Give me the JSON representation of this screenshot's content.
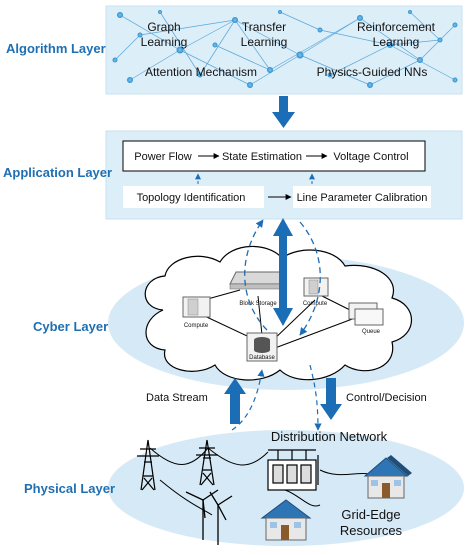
{
  "layers": {
    "algorithm": "Algorithm Layer",
    "application": "Application Layer",
    "cyber": "Cyber Layer",
    "physical": "Physical Layer"
  },
  "algorithm": {
    "graph_learning": [
      "Graph",
      "Learning"
    ],
    "transfer_learning": [
      "Transfer",
      "Learning"
    ],
    "reinforcement_learning": [
      "Reinforcement",
      "Learning"
    ],
    "attention": "Attention Mechanism",
    "physics_guided": "Physics-Guided NNs"
  },
  "application": {
    "power_flow": "Power Flow",
    "state_estimation": "State Estimation",
    "voltage_control": "Voltage Control",
    "topology_identification": "Topology Identification",
    "line_parameter_calibration": "Line Parameter Calibration"
  },
  "cyber": {
    "compute_left": "Compute",
    "block_storage": "Block Storage",
    "compute_right": "Compute",
    "queue": "Queue",
    "database": "Database"
  },
  "flows": {
    "data_stream": "Data Stream",
    "control_decision": "Control/Decision"
  },
  "physical": {
    "distribution_network": "Distribution Network",
    "grid_edge": [
      "Grid-Edge",
      "Resources"
    ]
  },
  "colors": {
    "accent": "#1f6fb2",
    "panel": "#dceef8",
    "ellipse": "#d6e9f6",
    "arrow": "#1b6db5"
  }
}
